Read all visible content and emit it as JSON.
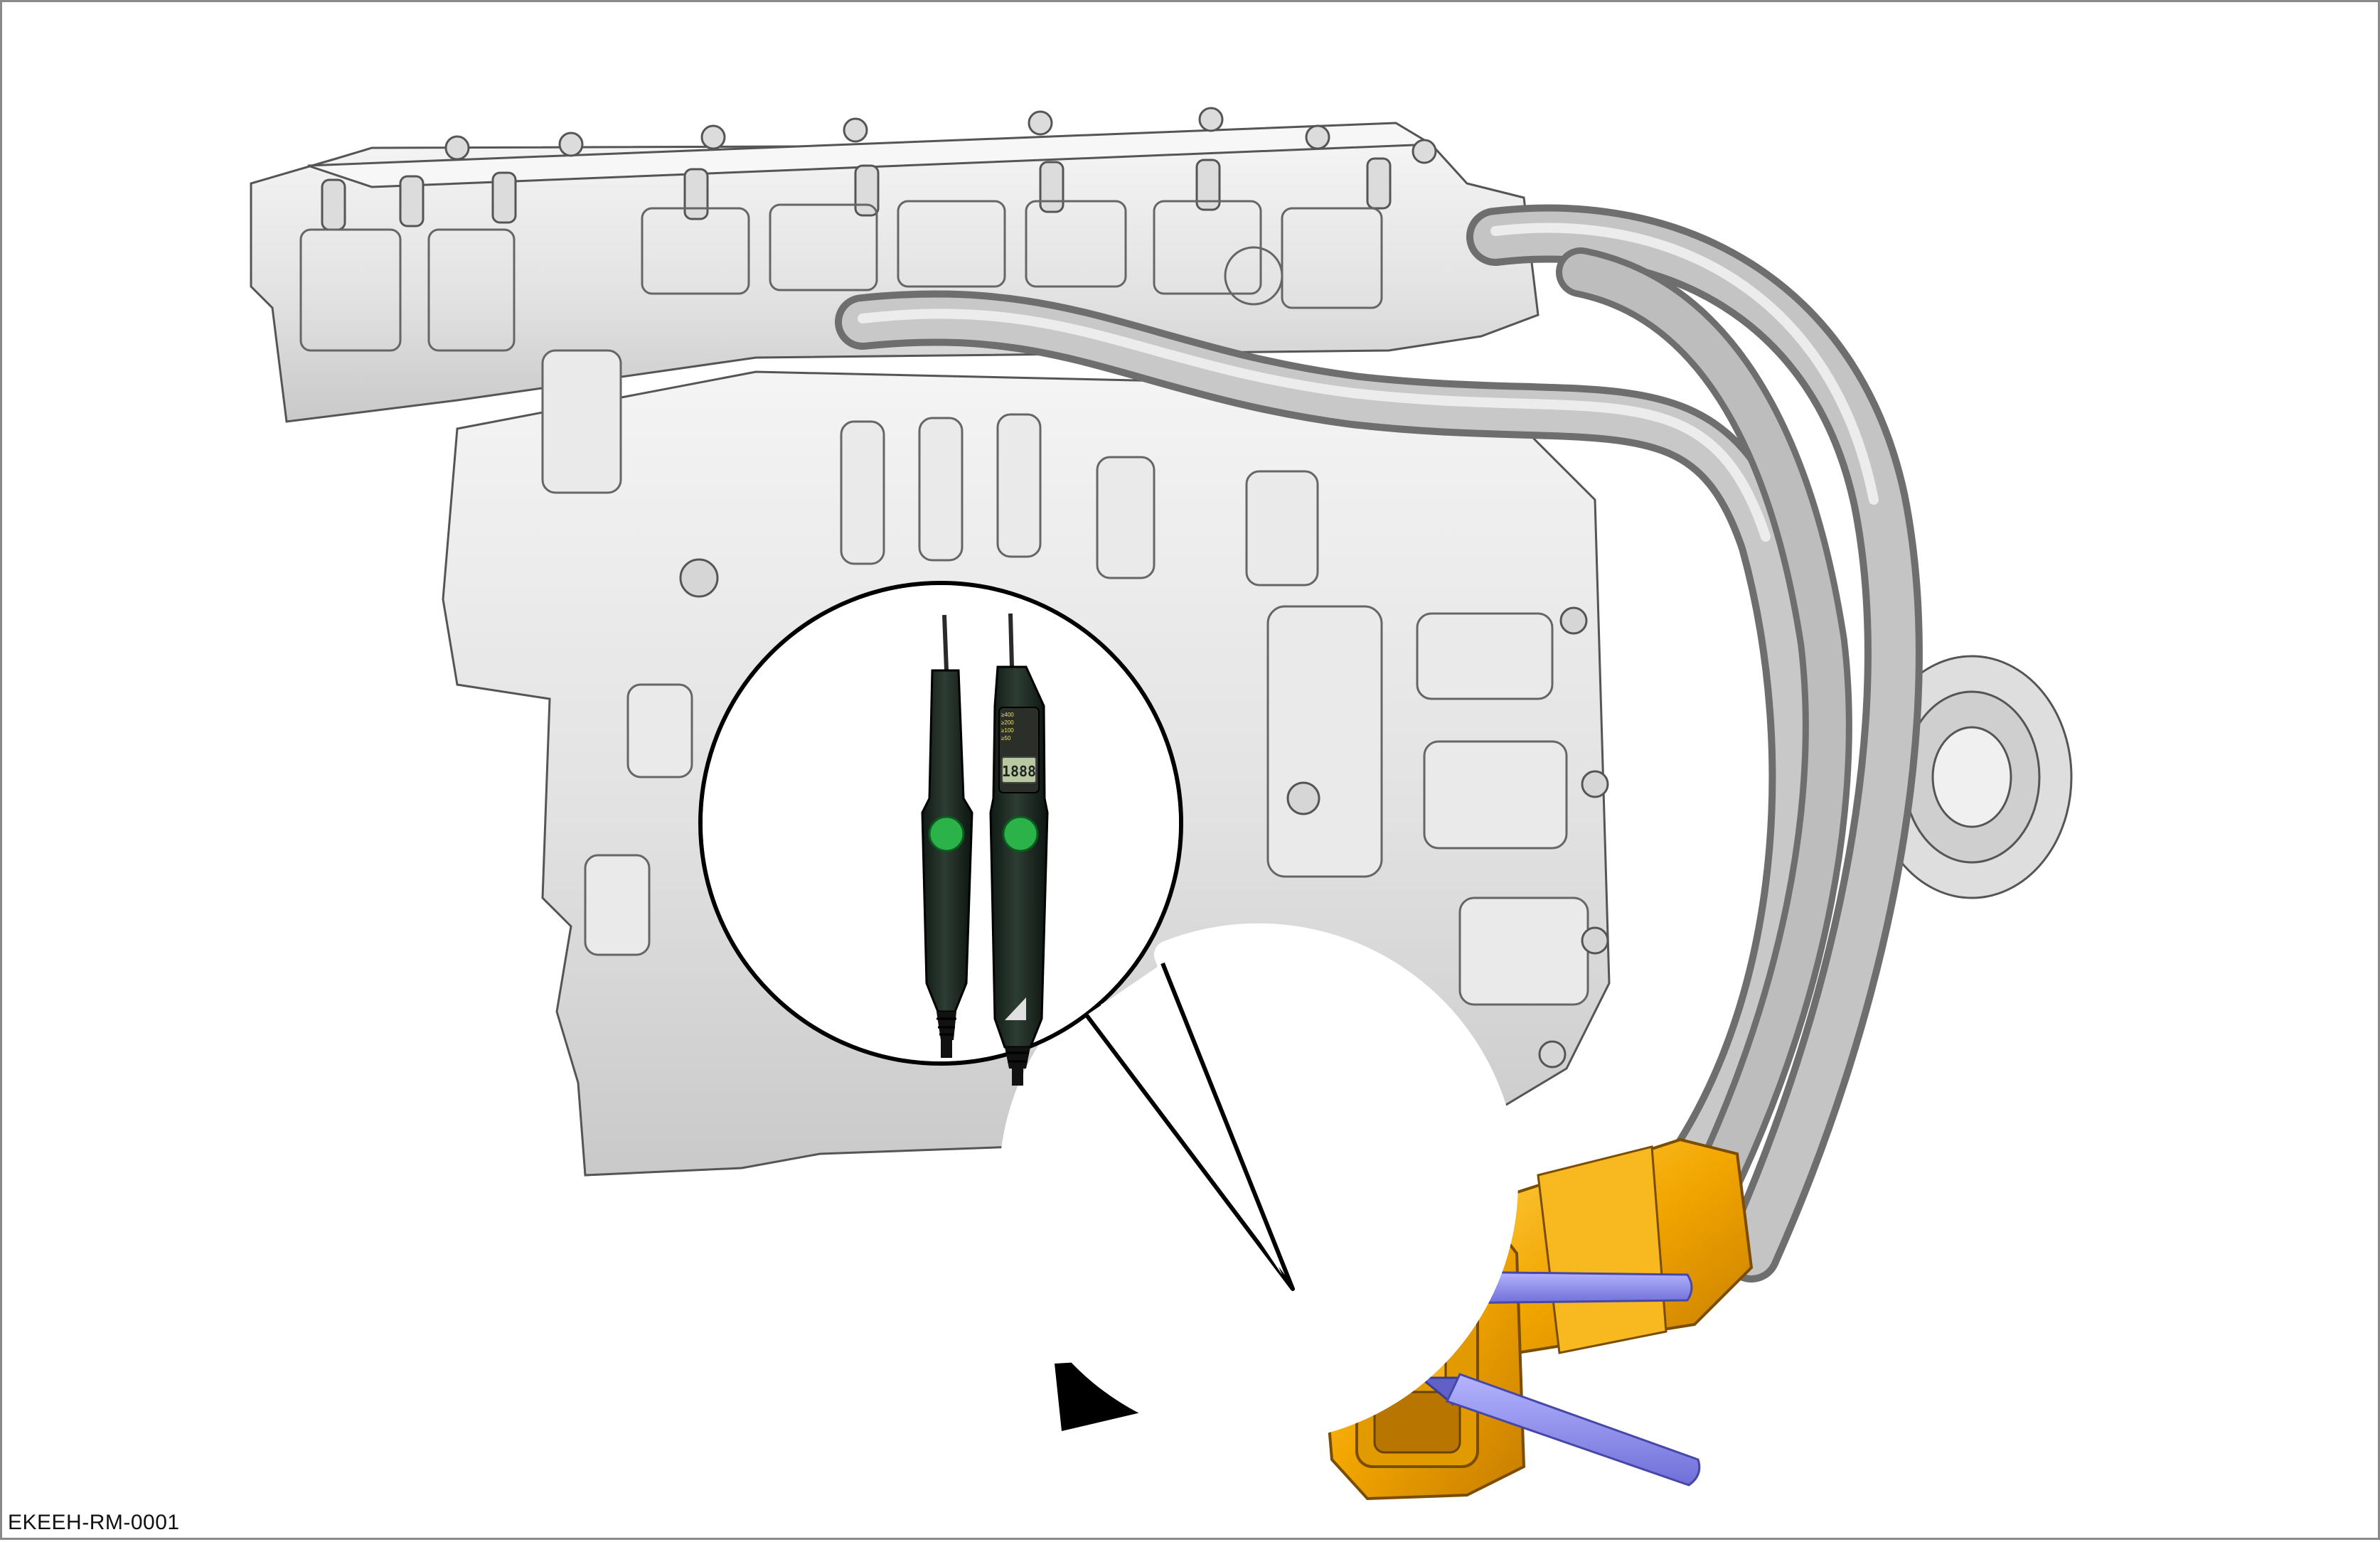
{
  "figure": {
    "code": "EKEEH-RM-0001"
  },
  "tester": {
    "display_readout": "1888",
    "indicator_labels": [
      "≥400",
      "≥200",
      "≥100",
      "≥50"
    ]
  },
  "colors": {
    "housing": "#e6e6e6",
    "housing_shadow": "#b9b9b9",
    "hose": "#a8a8a8",
    "connector": "#f0a400",
    "probe": "#8c8cf0",
    "tester_body": "#1d2a22",
    "tester_button": "#2bb34a",
    "arrow": "#000000"
  },
  "icons": {
    "pointer": "double-arrow-icon",
    "tool": "voltage-tester-icon"
  }
}
